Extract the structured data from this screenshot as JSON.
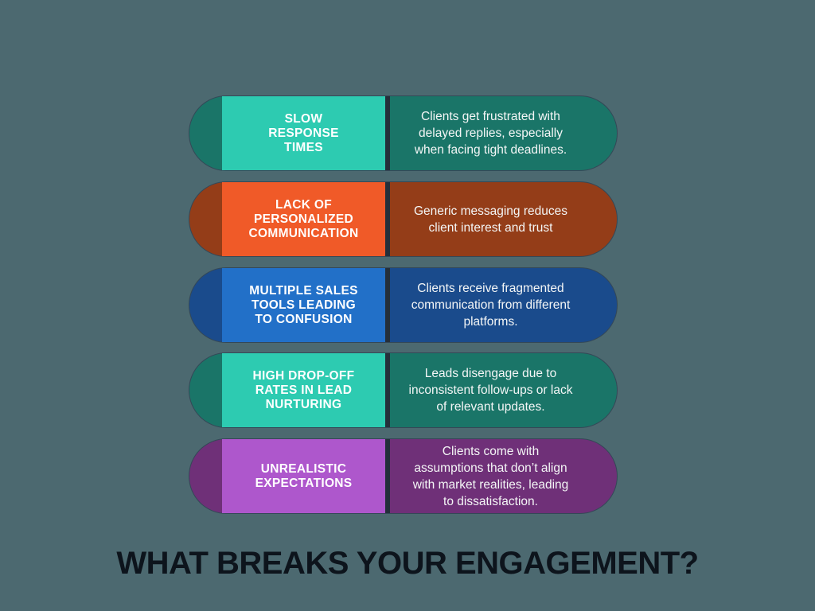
{
  "background_color": "#4c6970",
  "title": {
    "text": "WHAT BREAKS YOUR ENGAGEMENT?",
    "color": "#0d141c"
  },
  "rows": [
    {
      "label": "SLOW\nRESPONSE\nTIMES",
      "description": "Clients get frustrated with\ndelayed replies, especially\nwhen facing tight deadlines.",
      "label_color": "#2dcbb1",
      "pill_color": "#1a7568"
    },
    {
      "label": "LACK OF\nPERSONALIZED\nCOMMUNICATION",
      "description": "Generic messaging reduces\nclient interest and trust",
      "label_color": "#f05a28",
      "pill_color": "#943d18"
    },
    {
      "label": "MULTIPLE SALES\nTOOLS LEADING\nTO CONFUSION",
      "description": "Clients receive fragmented\ncommunication from different\nplatforms.",
      "label_color": "#2270c8",
      "pill_color": "#1a4b8c"
    },
    {
      "label": "HIGH DROP-OFF\nRATES IN LEAD\nNURTURING",
      "description": "Leads disengage due to\ninconsistent follow-ups or lack\nof relevant updates.",
      "label_color": "#2dcbb1",
      "pill_color": "#1a7568"
    },
    {
      "label": "UNREALISTIC\nEXPECTATIONS",
      "description": "Clients come with\nassumptions that don’t align\nwith market realities, leading\nto dissatisfaction.",
      "label_color": "#ae57cc",
      "pill_color": "#6f3078"
    }
  ]
}
